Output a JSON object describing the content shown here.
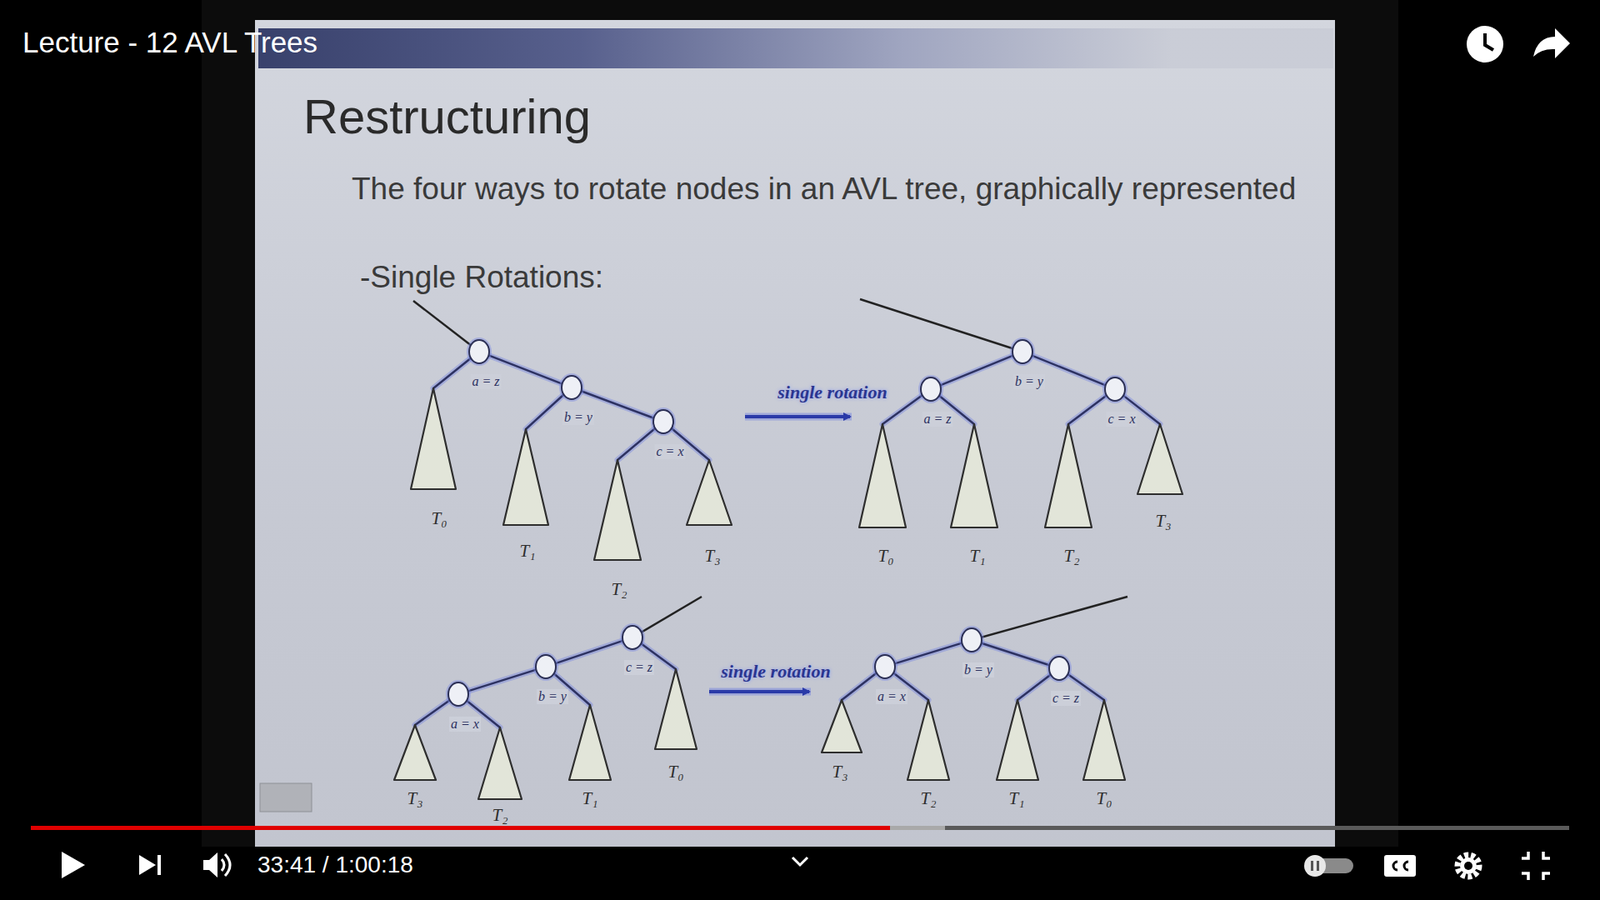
{
  "diagram": {
    "title": "Restructuring",
    "nodes": [
      {
        "text": [
          "a = z"
        ]
      },
      {
        "text": [
          "b = y"
        ]
      },
      {
        "text": [
          "c = x"
        ]
      },
      {
        "text": [
          "T₀"
        ]
      },
      {
        "text": [
          "T₁"
        ]
      },
      {
        "text": [
          "T₂"
        ]
      },
      {
        "text": [
          "T₃"
        ]
      },
      {
        "text": [
          "b = y"
        ]
      },
      {
        "text": [
          "a = z"
        ]
      },
      {
        "text": [
          "c = x"
        ]
      },
      {
        "text": [
          "T₀"
        ]
      },
      {
        "text": [
          "T₁"
        ]
      },
      {
        "text": [
          "T₂"
        ]
      },
      {
        "text": [
          "T₃"
        ]
      },
      {
        "text": [
          "c = z"
        ]
      },
      {
        "text": [
          "b = y"
        ]
      },
      {
        "text": [
          "a = x"
        ]
      },
      {
        "text": [
          "T₃"
        ]
      },
      {
        "text": [
          "T₂"
        ]
      },
      {
        "text": [
          "T₁"
        ]
      },
      {
        "text": [
          "T₀"
        ]
      },
      {
        "text": [
          "b = y"
        ]
      },
      {
        "text": [
          "a = x"
        ]
      },
      {
        "text": [
          "c = z"
        ]
      },
      {
        "text": [
          "T₃"
        ]
      },
      {
        "text": [
          "T₂"
        ]
      },
      {
        "text": [
          "T₁"
        ]
      },
      {
        "text": [
          "T₀"
        ]
      }
    ],
    "edges": [
      {
        "from": 0,
        "to": 3,
        "arrow": "none"
      },
      {
        "from": 0,
        "to": 1,
        "arrow": "none"
      },
      {
        "from": 1,
        "to": 4,
        "arrow": "none"
      },
      {
        "from": 1,
        "to": 2,
        "arrow": "none"
      },
      {
        "from": 2,
        "to": 5,
        "arrow": "none"
      },
      {
        "from": 2,
        "to": 6,
        "arrow": "none"
      },
      {
        "from": 7,
        "to": 8,
        "arrow": "none"
      },
      {
        "from": 7,
        "to": 9,
        "arrow": "none"
      },
      {
        "from": 8,
        "to": 10,
        "arrow": "none"
      },
      {
        "from": 8,
        "to": 11,
        "arrow": "none"
      },
      {
        "from": 9,
        "to": 12,
        "arrow": "none"
      },
      {
        "from": 9,
        "to": 13,
        "arrow": "none"
      },
      {
        "from": 14,
        "to": 15,
        "arrow": "none"
      },
      {
        "from": 14,
        "to": 20,
        "arrow": "none"
      },
      {
        "from": 15,
        "to": 16,
        "arrow": "none"
      },
      {
        "from": 15,
        "to": 19,
        "arrow": "none"
      },
      {
        "from": 16,
        "to": 17,
        "arrow": "none"
      },
      {
        "from": 16,
        "to": 18,
        "arrow": "none"
      },
      {
        "from": 21,
        "to": 22,
        "arrow": "none"
      },
      {
        "from": 21,
        "to": 23,
        "arrow": "none"
      },
      {
        "from": 22,
        "to": 24,
        "arrow": "none"
      },
      {
        "from": 22,
        "to": 25,
        "arrow": "none"
      },
      {
        "from": 23,
        "to": 26,
        "arrow": "none"
      },
      {
        "from": 23,
        "to": 27,
        "arrow": "none"
      }
    ],
    "labels": [
      "Lecture - 12 AVL Trees",
      "The four ways to rotate nodes in an AVL tree, graphically represented",
      "-Single Rotations:",
      "single rotation",
      "single rotation",
      "33:41 / 1:00:18"
    ]
  }
}
